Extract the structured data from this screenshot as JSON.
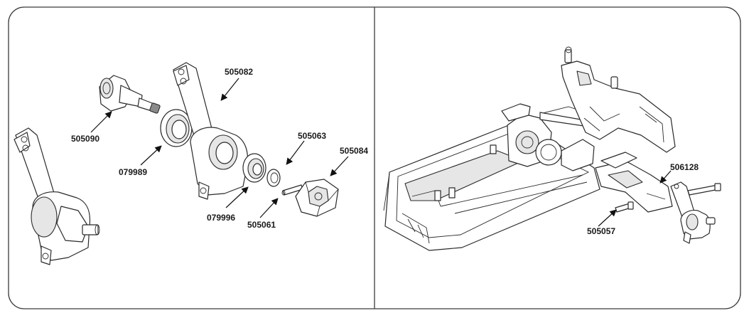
{
  "panels": {
    "left": {
      "labels": {
        "p505082": "505082",
        "p505090": "505090",
        "p505063": "505063",
        "p505084": "505084",
        "p079989": "079989",
        "p079996": "079996",
        "p505061": "505061"
      }
    },
    "right": {
      "labels": {
        "p506128": "506128",
        "p505057": "505057"
      }
    }
  },
  "colors": {
    "line": "#2a2a2a",
    "border": "#3a3a3a",
    "background": "#ffffff"
  }
}
